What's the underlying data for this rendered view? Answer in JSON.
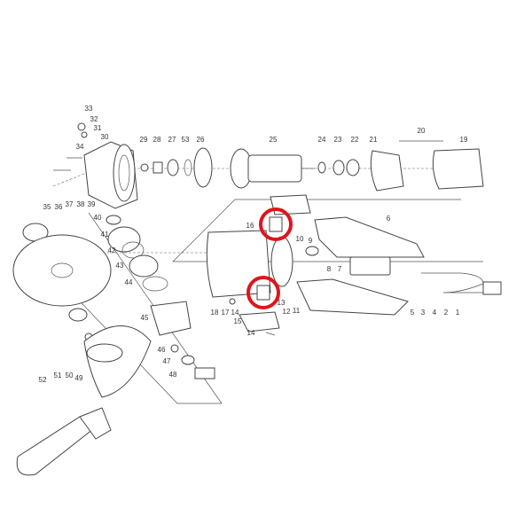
{
  "title": "Angle grinder exploded parts diagram",
  "labels": [
    "33",
    "32",
    "31",
    "30",
    "34",
    "29",
    "28",
    "27",
    "53",
    "26",
    "25",
    "24",
    "23",
    "22",
    "21",
    "20",
    "19",
    "37",
    "38",
    "39",
    "35",
    "36",
    "40",
    "41",
    "42",
    "43",
    "44",
    "45",
    "46",
    "47",
    "48",
    "49",
    "50",
    "51",
    "52",
    "16",
    "10",
    "9",
    "6",
    "8",
    "7",
    "13",
    "12",
    "11",
    "18",
    "17",
    "14",
    "15",
    "14",
    "5",
    "3",
    "4",
    "2",
    "1"
  ],
  "highlights": [
    "part-10-switch-component",
    "part-13-switch-component"
  ],
  "colors": {
    "highlight": "#e0141c",
    "line": "#444444"
  }
}
